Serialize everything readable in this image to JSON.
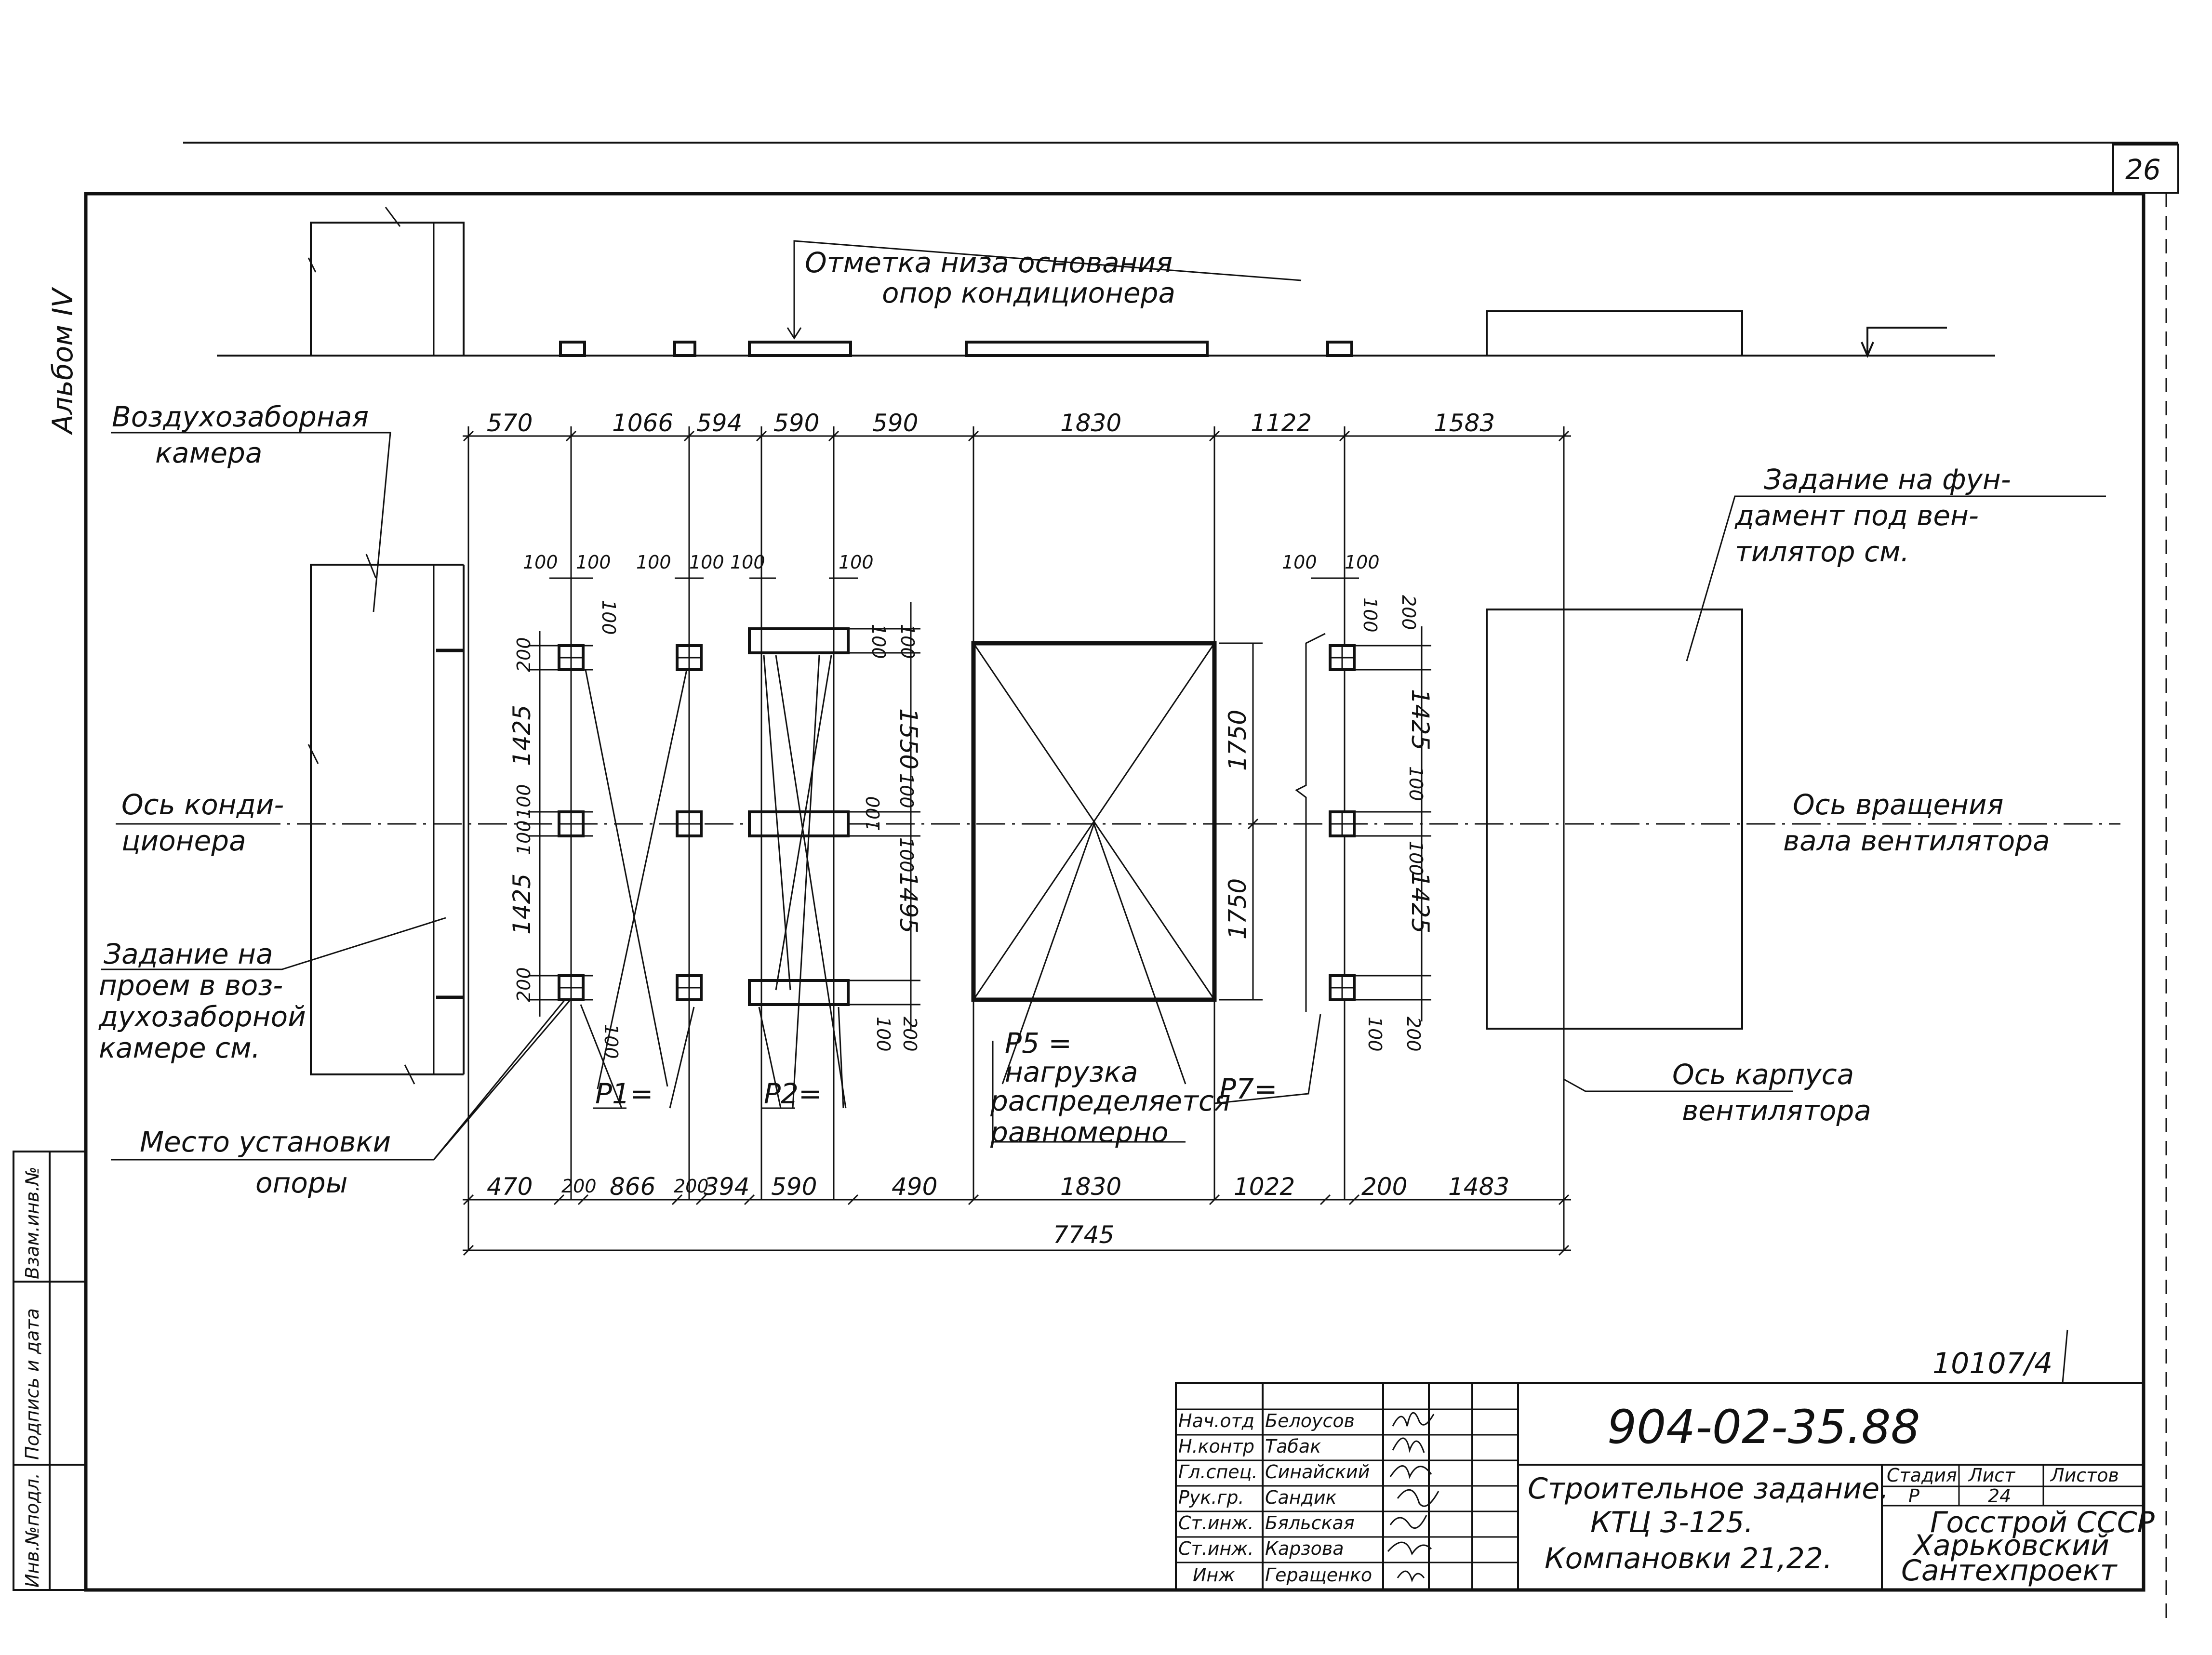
{
  "sheet": {
    "page_number": "26",
    "album": "Альбом IV",
    "doc_code": "904-02-35.88",
    "archive_number": "10107/4",
    "title_lines": [
      "Строительное задание.",
      "КТЦ 3-125.",
      "Компановки 21,22."
    ],
    "stage_header": "Стадия",
    "sheet_header": "Лист",
    "sheets_header": "Листов",
    "stage": "Р",
    "sheet": "24",
    "org_lines": [
      "Госстрой СССР",
      "Харьковский",
      "Сантехпроект"
    ],
    "signatures": [
      {
        "role": "Нач.отд",
        "name": "Белоусов"
      },
      {
        "role": "Н.контр",
        "name": "Табак"
      },
      {
        "role": "Гл.спец.",
        "name": "Синайский"
      },
      {
        "role": "Рук.гр.",
        "name": "Сандик"
      },
      {
        "role": "Ст.инж.",
        "name": "Бяльская"
      },
      {
        "role": "Ст.инж.",
        "name": "Карзова"
      },
      {
        "role": "Инж",
        "name": "Геращенко"
      }
    ],
    "side_stamp": [
      "Инв.№подл.",
      "Подпись и дата",
      "Взам.инв.№"
    ]
  },
  "labels": {
    "base_mark": [
      "Отметка низа основания",
      "опор кондиционера"
    ],
    "air_intake": [
      "Воздухозаборная",
      "камера"
    ],
    "fan_foundation": [
      "Задание на фун-",
      "дамент под вен-",
      "тилятор см."
    ],
    "conditioner_axis": [
      "Ось конди-",
      "ционера"
    ],
    "fan_shaft_axis": [
      "Ось вращения",
      "вала вентилятора"
    ],
    "opening_task": [
      "Задание на",
      "проем в воз-",
      "духозаборной",
      "камере см."
    ],
    "support_place": [
      "Место установки",
      "опоры"
    ],
    "fan_casing_axis": [
      "Ось карпуса",
      "вентилятора"
    ],
    "p1": "P1=",
    "p2": "P2=",
    "p5": [
      "P5 =",
      "нагрузка",
      "распределяется",
      "равномерно"
    ],
    "p7": "P7="
  },
  "dimensions": {
    "top": [
      "570",
      "1066",
      "594",
      "590",
      "590",
      "1830",
      "1122",
      "1583"
    ],
    "bottom": [
      "470",
      "200",
      "866",
      "200",
      "394",
      "590",
      "490",
      "1830",
      "1022",
      "200",
      "1483"
    ],
    "total": "7745",
    "pad_widths": [
      "100",
      "100",
      "100",
      "100",
      "100",
      "100",
      "100",
      "100",
      "100"
    ],
    "left_vertical": [
      "200",
      "1425",
      "100",
      "100",
      "1425",
      "200"
    ],
    "col2_vertical": [
      "100",
      "100",
      "100",
      "1550",
      "100",
      "100",
      "1495",
      "100",
      "200"
    ],
    "center_vertical": [
      "1750",
      "1750"
    ],
    "right_vertical": [
      "100",
      "200",
      "1425",
      "100",
      "100",
      "1425",
      "100",
      "200"
    ],
    "pad_small": [
      "100",
      "100"
    ]
  }
}
